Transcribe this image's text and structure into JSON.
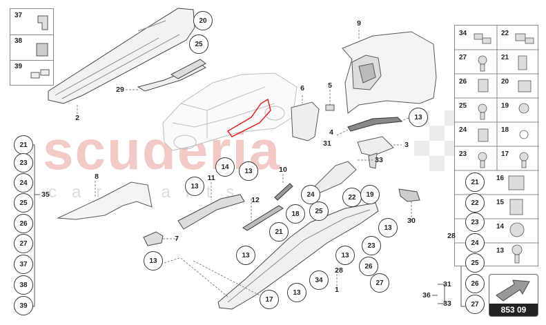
{
  "watermark": {
    "brand": "scuderia",
    "sub": "car parts"
  },
  "diagram_number": "853 09",
  "part_labels": {
    "p1": "1",
    "p2": "2",
    "p3": "3",
    "p4": "4",
    "p5": "5",
    "p6": "6",
    "p7": "7",
    "p8": "8",
    "p9": "9",
    "p10": "10",
    "p11": "11",
    "p12": "12",
    "p28": "28",
    "p29": "29",
    "p30": "30",
    "p31": "31",
    "p33": "33",
    "p35": "35",
    "p36": "36",
    "p28b": "28",
    "p31b": "31",
    "p33b": "33"
  },
  "callouts": {
    "c20": "20",
    "c25a": "25",
    "c13a": "13",
    "c14": "14",
    "c13b": "13",
    "c24a": "24",
    "c18a": "18",
    "c25b": "25",
    "c21a": "21",
    "c22a": "22",
    "c19a": "19",
    "c13c": "13",
    "c23a": "23",
    "c13d": "13",
    "c26a": "26",
    "c27a": "27",
    "c34a": "34",
    "c13e": "13",
    "c17a": "17",
    "c13f": "13",
    "c13g": "13",
    "l21": "21",
    "l23": "23",
    "l24": "24",
    "l25": "25",
    "l26": "26",
    "l27": "27",
    "l37": "37",
    "l38": "38",
    "l39": "39",
    "r21": "21",
    "r22": "22",
    "r23": "23",
    "r24": "24",
    "r25": "25",
    "r26": "26",
    "r27": "27"
  },
  "left_kit": [
    "37",
    "38",
    "39"
  ],
  "hardware": [
    [
      "34",
      "22"
    ],
    [
      "27",
      "21"
    ],
    [
      "26",
      "20"
    ],
    [
      "25",
      "19"
    ],
    [
      "24",
      "18"
    ],
    [
      "23",
      "17"
    ],
    [
      "16"
    ],
    [
      "15"
    ],
    [
      "14"
    ],
    [
      "13"
    ]
  ]
}
